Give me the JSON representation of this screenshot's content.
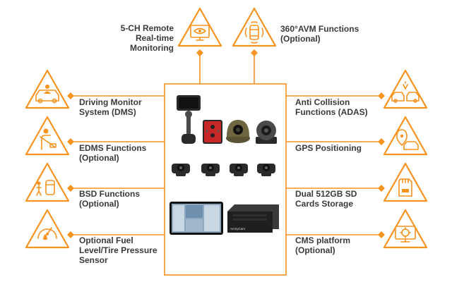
{
  "features": {
    "remote_monitoring": "5-CH Remote\nReal-time\nMonitoring",
    "avm": "360°AVM Functions\n(Optional)",
    "dms": "Driving Monitor\nSystem (DMS)",
    "edms": "EDMS Functions\n(Optional)",
    "bsd": "BSD Functions\n(Optional)",
    "fuel": "Optional Fuel\nLevel/Tire Pressure\nSensor",
    "adas": "Anti Collision\nFunctions (ADAS)",
    "gps": "GPS Positioning",
    "sd": "Dual 512GB SD\nCards Storage",
    "cms": "CMS platform\n(Optional)"
  },
  "icons": {
    "remote_monitoring": "monitor-eye-icon",
    "avm": "car-surround-icon",
    "dms": "driver-car-icon",
    "edms": "seatbelt-icon",
    "bsd": "blind-spot-icon",
    "fuel": "fuel-gauge-icon",
    "adas": "collision-icon",
    "gps": "gps-car-icon",
    "sd": "sd-card-icon",
    "cms": "cms-platform-icon"
  },
  "products": {
    "dvr_brand": "AmnyCam"
  },
  "colors": {
    "accent": "#f7931e",
    "text": "#3a3a3a"
  }
}
